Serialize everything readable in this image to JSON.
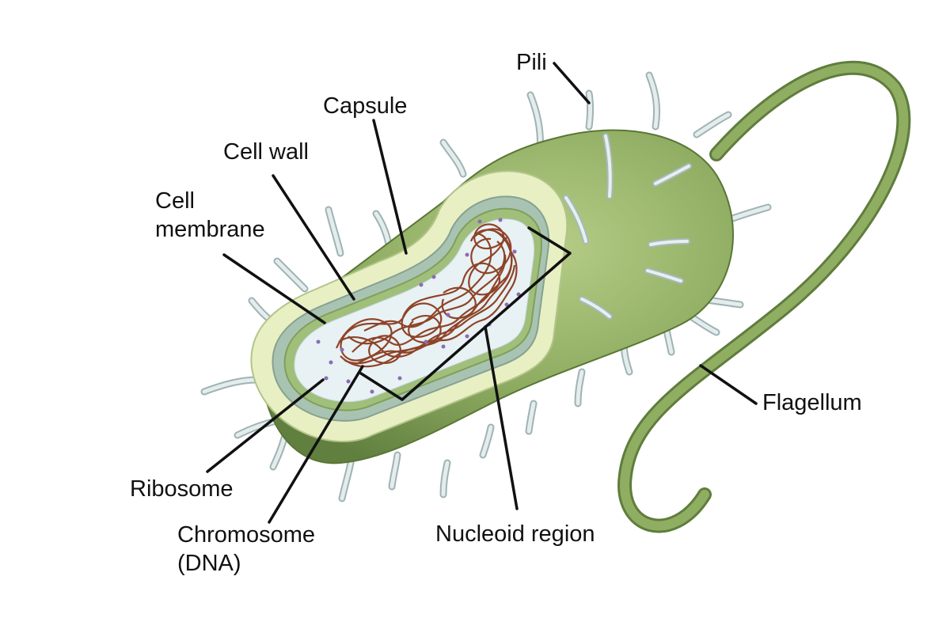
{
  "labels": {
    "pili": "Pili",
    "capsule": "Capsule",
    "cell_wall": "Cell wall",
    "cell_membrane_line1": "Cell",
    "cell_membrane_line2": "membrane",
    "ribosome": "Ribosome",
    "chromosome_line1": "Chromosome",
    "chromosome_line2": "(DNA)",
    "nucleoid_region": "Nucleoid region",
    "flagellum": "Flagellum"
  },
  "colors": {
    "cell_body": "#8fad62",
    "cell_body_shadow": "#6f8f48",
    "capsule_layer": "#e7eec2",
    "cell_wall_layer": "#a9c3b1",
    "membrane_layer": "#9fc07a",
    "cytoplasm": "#e9f2f4",
    "dna": "#8a3a1e",
    "ribosome": "#8c6bb3",
    "pili": "#dbe6e7",
    "flagellum": "#7e9c57",
    "leader": "#111111"
  }
}
